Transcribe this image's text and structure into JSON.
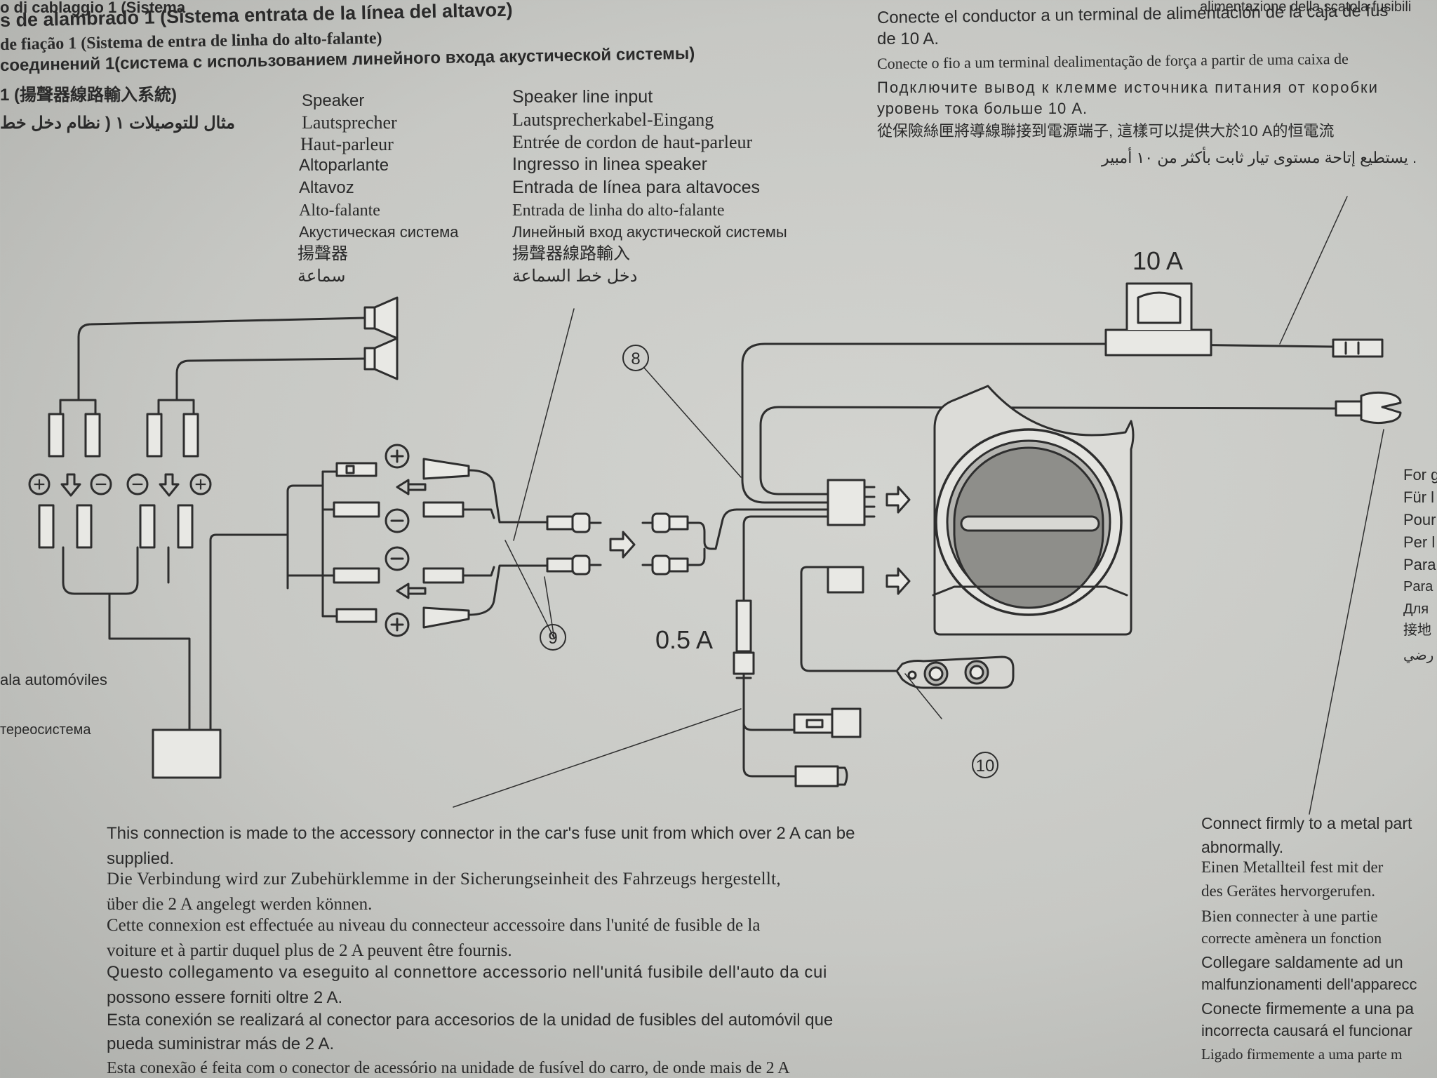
{
  "header_left": [
    "o di cablaggio 1 (Sistema",
    "s de alambrado 1 (Sistema entrata de la línea del altavoz)",
    "de fiação 1 (Sistema de entra de linha do alto-falante)",
    "соединений 1(система с использованием линейного входа акустической системы)",
    "1   (揚聲器線路輸入系統)",
    "مثال للتوصيلات ١ ( نظام دخل خط"
  ],
  "speaker_labels": [
    "Speaker",
    "Lautsprecher",
    "Haut-parleur",
    "Altoparlante",
    "Altavoz",
    "Alto-falante",
    "Акустическая система",
    "揚聲器",
    "سماعة"
  ],
  "line_input_labels": [
    "Speaker line input",
    "Lautsprecherkabel-Eingang",
    "Entrée de cordon de haut-parleur",
    "Ingresso in linea speaker",
    "Entrada de línea para altavoces",
    "Entrada de linha do alto-falante",
    "Линейный вход акустической системы",
    "揚聲器線路輸入",
    "دخل خط السماعة"
  ],
  "header_right": [
    "alimentazione della scatola fusibili",
    "Conecte el conductor a un terminal de alimentación de la caja de fus",
    "de 10 A.",
    "Conecte o fio a um terminal dealimentação de força a partir de uma caixa de",
    "Подключите вывод к клемме источника питания от коробки",
    "уровень тока больше 10 А.",
    "從保險絲匣將導線聯接到電源端子,  這樣可以提供大於10 A的恒電流",
    "يستطيع إتاحة مستوى تيار ثابت بأكثر من ١٠ أمبير ."
  ],
  "diagram": {
    "fuse_main": "10 A",
    "fuse_acc": "0.5 A",
    "callouts": [
      "8",
      "9",
      "10"
    ],
    "polarity_plus": "+",
    "polarity_minus": "−"
  },
  "left_partial": [
    "ala automóviles",
    "тереосистема"
  ],
  "right_partial": [
    "For g",
    "Für l",
    "Pour",
    "Per l",
    "Para",
    "Para",
    "Для",
    "接地",
    "رضي"
  ],
  "bottom_notes": [
    "This connection is made to the accessory  connector in the car's fuse unit from which over 2 A can be",
    "supplied.",
    "Die Verbindung wird zur Zubehürklemme in der Sicherungseinheit des Fahrzeugs hergestellt,",
    "über die 2 A angelegt werden können.",
    "Cette connexion est effectuée au niveau du connecteur accessoire dans l'unité de fusible de la",
    "voiture et à partir duquel plus de 2 A peuvent être fournis.",
    "Questo collegamento va eseguito al connettore accessorio nell'unitá fusibile dell'auto da cui",
    "possono essere forniti oltre 2 A.",
    "Esta conexión se realizará al conector para accesorios de la unidad de fusibles del automóvil que",
    "pueda suministrar más de 2 A.",
    "Esta conexão é feita com o conector de acessório na unidade de fusível do carro, de onde mais de 2 A"
  ],
  "ground_notes": [
    "Connect firmly to a metal part",
    "abnormally.",
    "Einen Metallteil fest mit der",
    "des Gerätes hervorgerufen.",
    "Bien connecter à une partie",
    "correcte amènera un fonction",
    "Collegare saldamente ad un",
    "malfunzionamenti dell'apparecc",
    "Conecte firmemente a una pa",
    "incorrecta causará el funcionar",
    "Ligado firmemente a uma parte m"
  ]
}
